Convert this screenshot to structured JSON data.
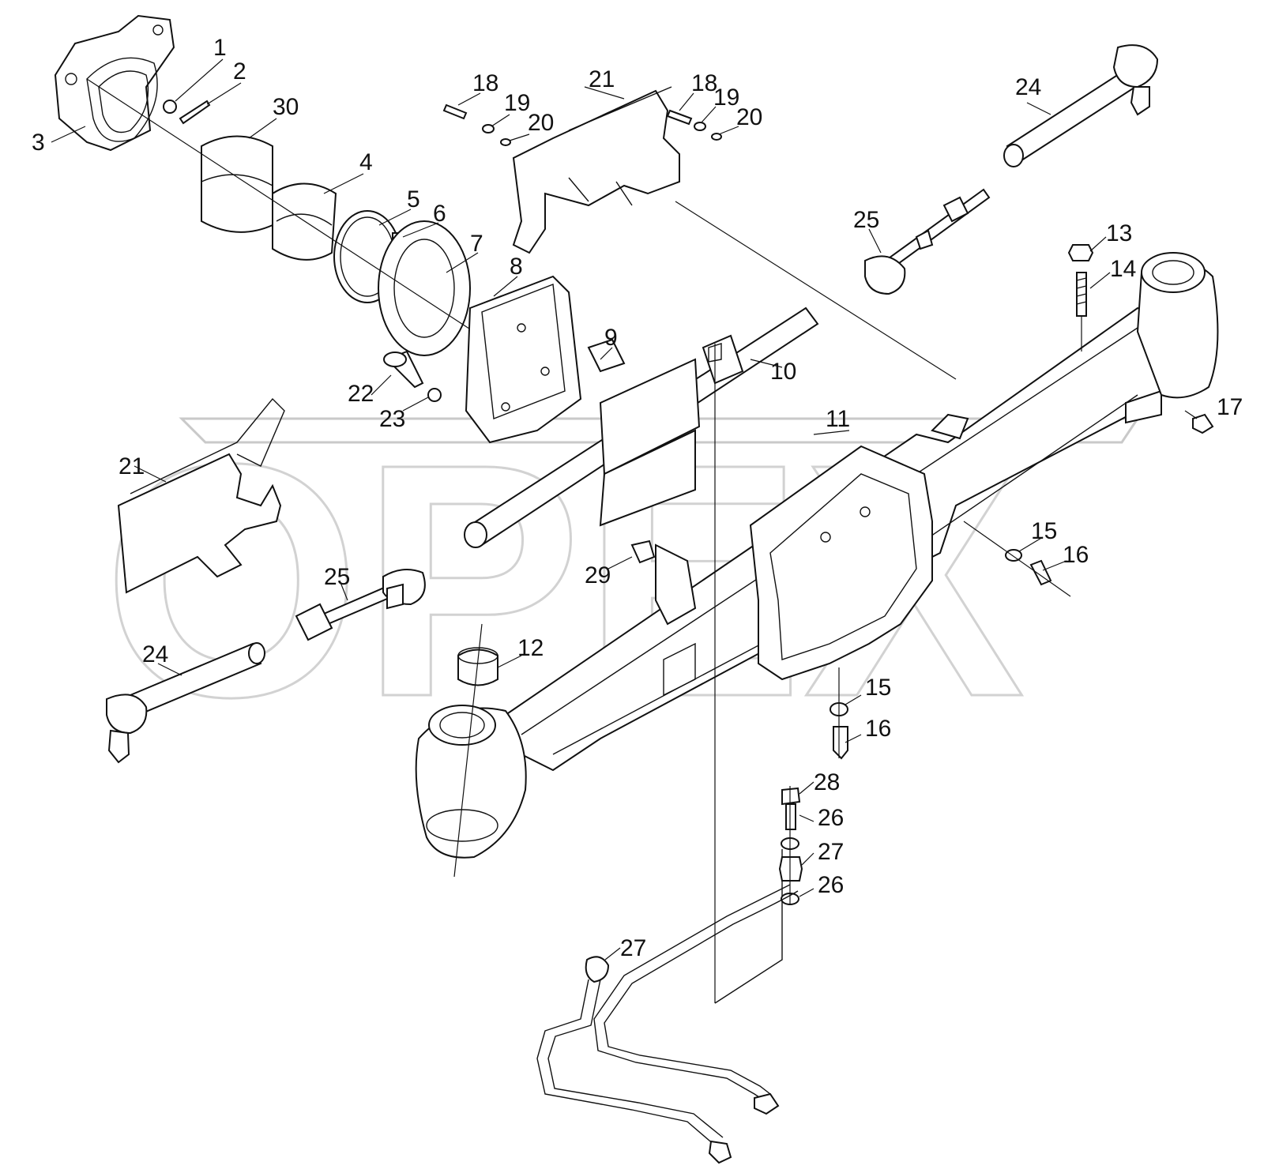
{
  "diagram": {
    "watermark": "OPEX",
    "callouts": [
      {
        "id": "c1",
        "label": "1"
      },
      {
        "id": "c2",
        "label": "2"
      },
      {
        "id": "c3",
        "label": "3"
      },
      {
        "id": "c30",
        "label": "30"
      },
      {
        "id": "c4",
        "label": "4"
      },
      {
        "id": "c5",
        "label": "5"
      },
      {
        "id": "c6",
        "label": "6"
      },
      {
        "id": "c7",
        "label": "7"
      },
      {
        "id": "c8",
        "label": "8"
      },
      {
        "id": "c9",
        "label": "9"
      },
      {
        "id": "c10",
        "label": "10"
      },
      {
        "id": "c11",
        "label": "11"
      },
      {
        "id": "c12",
        "label": "12"
      },
      {
        "id": "c13",
        "label": "13"
      },
      {
        "id": "c14",
        "label": "14"
      },
      {
        "id": "c15a",
        "label": "15"
      },
      {
        "id": "c16a",
        "label": "16"
      },
      {
        "id": "c15b",
        "label": "15"
      },
      {
        "id": "c16b",
        "label": "16"
      },
      {
        "id": "c17",
        "label": "17"
      },
      {
        "id": "c18a",
        "label": "18"
      },
      {
        "id": "c19a",
        "label": "19"
      },
      {
        "id": "c20a",
        "label": "20"
      },
      {
        "id": "c21a",
        "label": "21"
      },
      {
        "id": "c18b",
        "label": "18"
      },
      {
        "id": "c19b",
        "label": "19"
      },
      {
        "id": "c20b",
        "label": "20"
      },
      {
        "id": "c21b",
        "label": "21"
      },
      {
        "id": "c22",
        "label": "22"
      },
      {
        "id": "c23",
        "label": "23"
      },
      {
        "id": "c24a",
        "label": "24"
      },
      {
        "id": "c24b",
        "label": "24"
      },
      {
        "id": "c25a",
        "label": "25"
      },
      {
        "id": "c25b",
        "label": "25"
      },
      {
        "id": "c26a",
        "label": "26"
      },
      {
        "id": "c26b",
        "label": "26"
      },
      {
        "id": "c27a",
        "label": "27"
      },
      {
        "id": "c27b",
        "label": "27"
      },
      {
        "id": "c28",
        "label": "28"
      },
      {
        "id": "c29",
        "label": "29"
      }
    ]
  }
}
